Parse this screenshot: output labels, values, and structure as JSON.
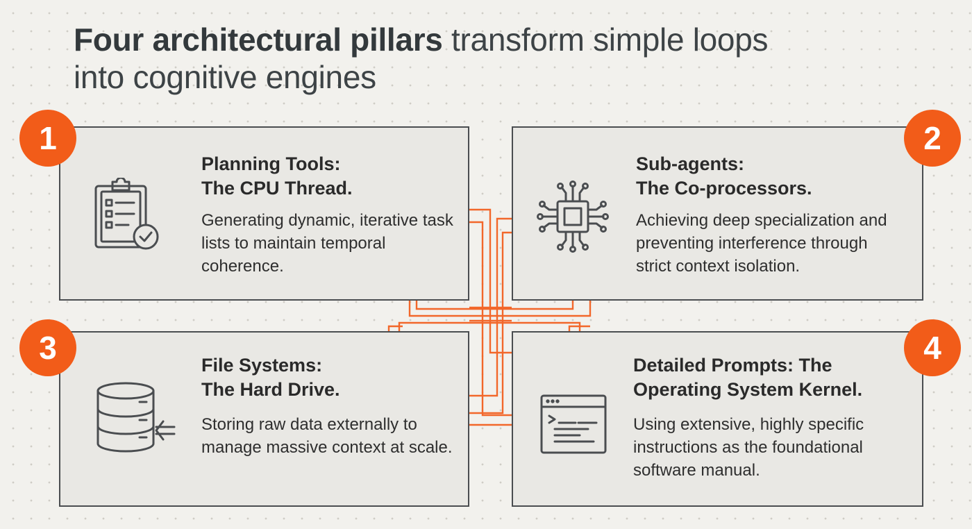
{
  "header": {
    "title_bold": "Four architectural pillars",
    "title_regular_line1": " transform simple loops",
    "title_regular_line2": "into cognitive engines"
  },
  "pillars": [
    {
      "number": "1",
      "title_line1": "Planning Tools:",
      "title_line2": "The CPU Thread.",
      "description": "Generating dynamic, iterative task lists to maintain temporal coherence.",
      "icon": "clipboard-checklist-icon"
    },
    {
      "number": "2",
      "title_line1": "Sub-agents:",
      "title_line2": "The Co-processors.",
      "description": "Achieving deep specialization and preventing interference through strict context isolation.",
      "icon": "microchip-icon"
    },
    {
      "number": "3",
      "title_line1": "File Systems:",
      "title_line2": "The Hard Drive.",
      "description": "Storing raw data externally to manage massive context at scale.",
      "icon": "database-icon"
    },
    {
      "number": "4",
      "title_line1": "Detailed Prompts: The",
      "title_line2": "Operating System Kernel.",
      "description": "Using extensive, highly specific instructions as the foundational software manual.",
      "icon": "terminal-window-icon"
    }
  ],
  "colors": {
    "accent": "#f25c19",
    "card_background": "#e9e8e4",
    "card_border": "#4a4d50",
    "page_background": "#f2f1ed"
  }
}
